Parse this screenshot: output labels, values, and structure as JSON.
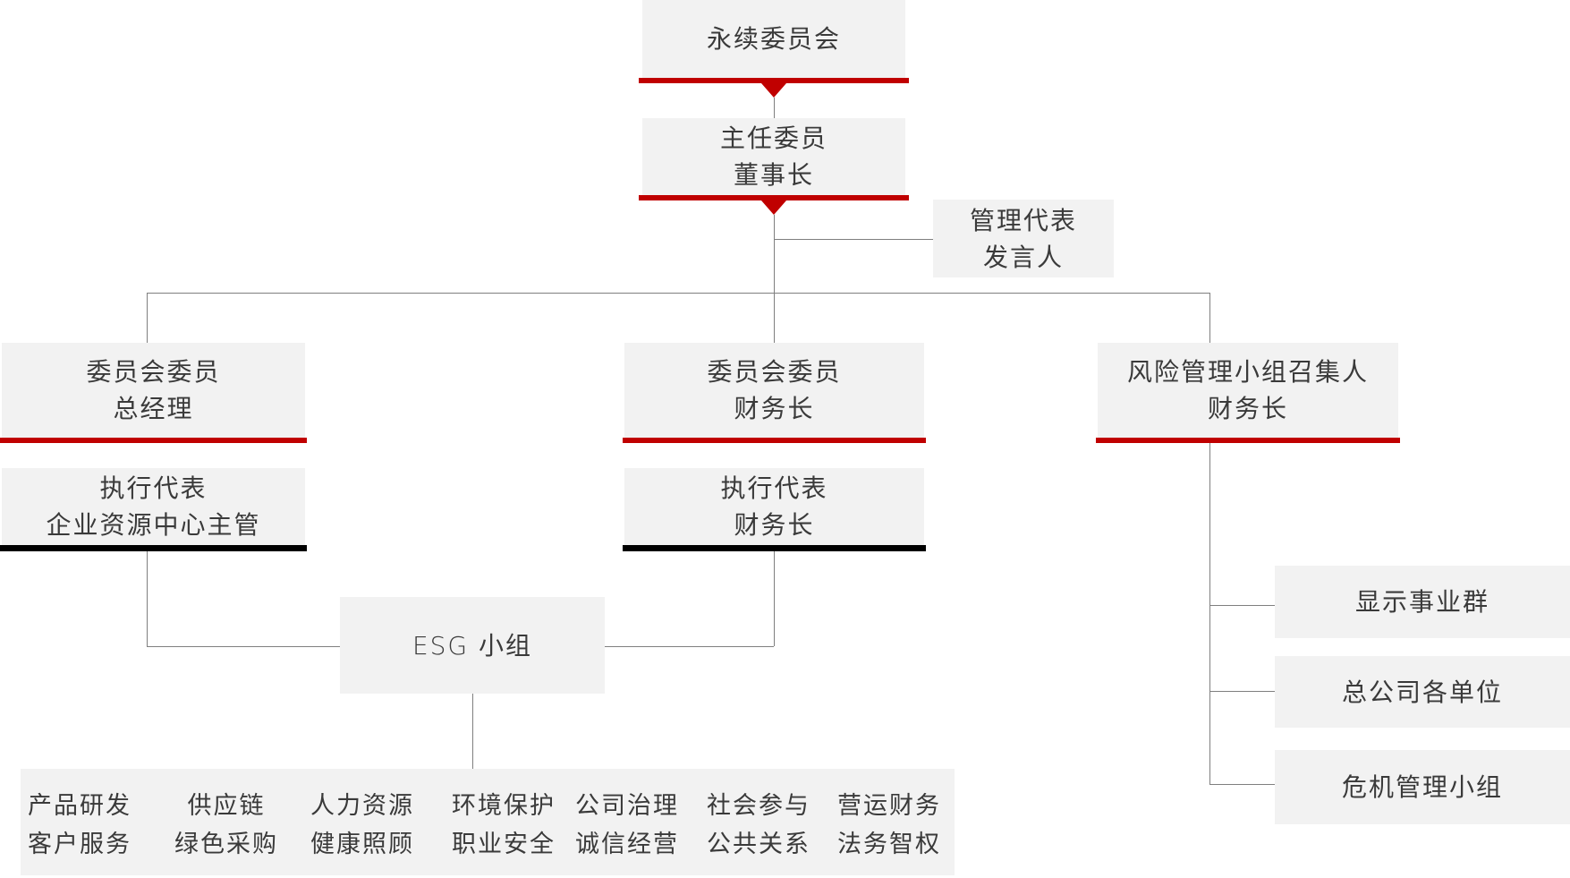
{
  "diagram": {
    "top": {
      "title": "永续委员会"
    },
    "chair": {
      "role": "主任委员",
      "holder": "董事长"
    },
    "management_rep": {
      "role": "管理代表",
      "holder": "发言人"
    },
    "branch_gm": {
      "role": "委员会委员",
      "holder": "总经理"
    },
    "exec_gm": {
      "role": "执行代表",
      "holder": "企业资源中心主管"
    },
    "branch_cfo": {
      "role": "委员会委员",
      "holder": "财务长"
    },
    "exec_cfo": {
      "role": "执行代表",
      "holder": "财务长"
    },
    "risk_convener": {
      "role": "风险管理小组召集人",
      "holder": "财务长"
    },
    "esg": {
      "title": "ESG 小组"
    },
    "esg_functions": [
      {
        "line1": "产品研发",
        "line2": "客户服务"
      },
      {
        "line1": "供应链",
        "line2": "绿色采购"
      },
      {
        "line1": "人力资源",
        "line2": "健康照顾"
      },
      {
        "line1": "环境保护",
        "line2": "职业安全"
      },
      {
        "line1": "公司治理",
        "line2": "诚信经营"
      },
      {
        "line1": "社会参与",
        "line2": "公共关系"
      },
      {
        "line1": "营运财务",
        "line2": "法务智权"
      }
    ],
    "risk_units": [
      {
        "label": "显示事业群"
      },
      {
        "label": "总公司各单位"
      },
      {
        "label": "危机管理小组"
      }
    ],
    "colors": {
      "accent_red": "#c00000",
      "accent_black": "#000000",
      "box_fill": "#f2f2f2",
      "connector_gray": "#7f7f7f",
      "text": "#3a3a3a"
    }
  }
}
